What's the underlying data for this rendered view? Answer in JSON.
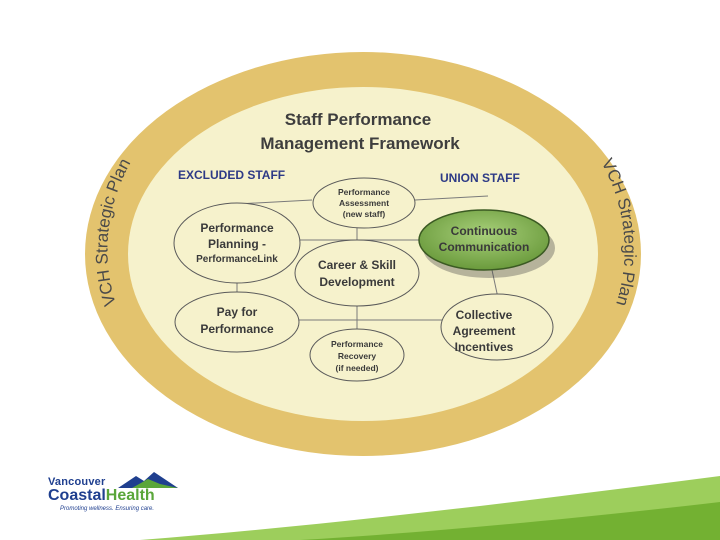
{
  "title": {
    "line1": "Staff Performance",
    "line2": "Management Framework"
  },
  "ring": {
    "left": "VCH Strategic Plan",
    "right": "VCH Strategic Plan"
  },
  "groups": {
    "excluded": "EXCLUDED STAFF",
    "union": "UNION STAFF"
  },
  "nodes": {
    "assessment": [
      "Performance",
      "Assessment",
      "(new staff)"
    ],
    "planning": [
      "Performance",
      "Planning -",
      "PerformanceLink"
    ],
    "communication": [
      "Continuous",
      "Communication"
    ],
    "career": [
      "Career & Skill",
      "Development"
    ],
    "pay": [
      "Pay for",
      "Performance"
    ],
    "incentives": [
      "Collective",
      "Agreement",
      "Incentives"
    ],
    "recovery": [
      "Performance",
      "Recovery",
      "(if needed)"
    ]
  },
  "logo": {
    "vancouver": "Vancouver",
    "coastal": "Coastal",
    "health": "Health",
    "tagline": "Promoting wellness. Ensuring care."
  },
  "colors": {
    "ring": "#e3c36e",
    "inner": "#f6f2cc",
    "highlight": "#7fb04a",
    "group_text": "#2d3a86",
    "footer_green": "#8cc63f"
  }
}
